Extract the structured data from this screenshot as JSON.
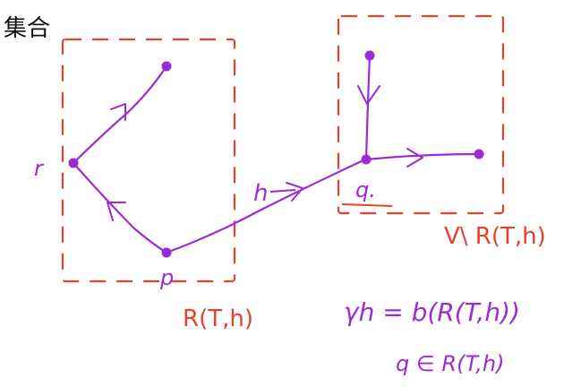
{
  "title": "集合",
  "colors": {
    "frame": "#e8412c",
    "graph": "#9b2bd6",
    "ink": "#111111",
    "background": "#ffffff"
  },
  "nodes": {
    "r": "r",
    "p": "p",
    "q": "q."
  },
  "edge_label": "h",
  "regions": {
    "left": "R(T,h)",
    "right": "V\\ R(T,h)"
  },
  "formulas": {
    "line1": "γh = b(R(T,h))",
    "line2": "q ∈ R(T,h)"
  }
}
